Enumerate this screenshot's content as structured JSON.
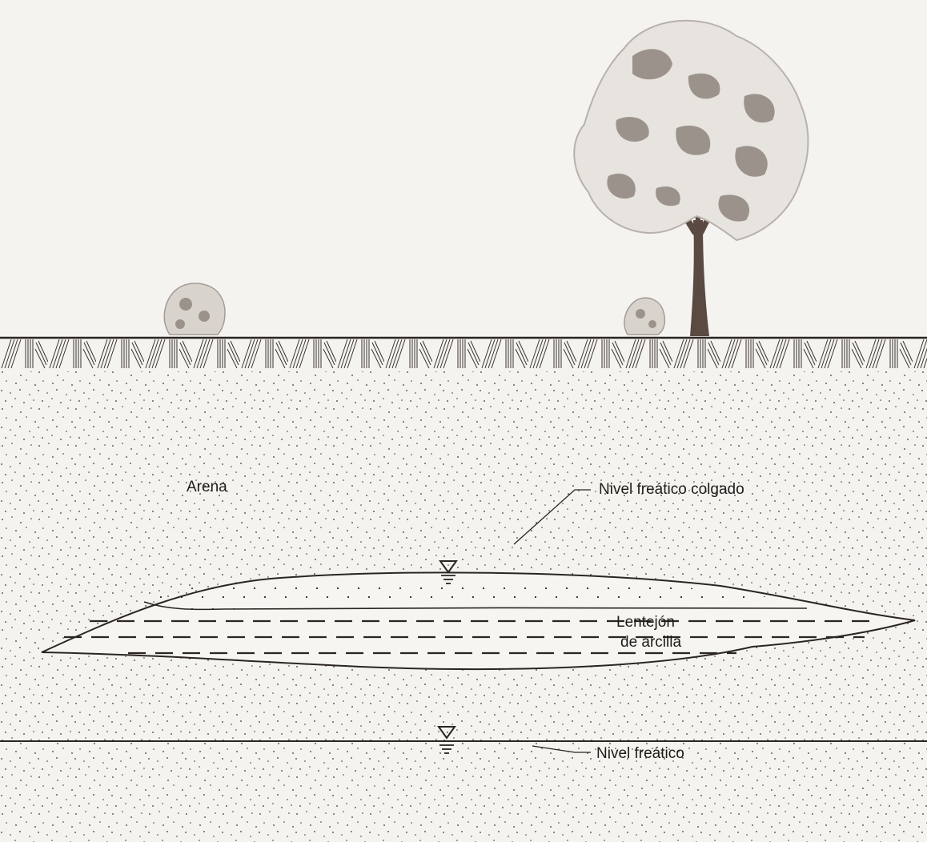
{
  "labels": {
    "sand": "Arena",
    "perched_water_table": "Nivel freático colgado",
    "clay_lens_line1": "Lentejón",
    "clay_lens_line2": "de arcilla",
    "water_table": "Nivel freático"
  },
  "colors": {
    "background": "#f5f3f0",
    "line": "#2b2521",
    "tree_trunk": "#5a4a42",
    "foliage_light": "#e7e3df",
    "foliage_dark": "#9c928c"
  },
  "icons": [
    "water-level-triangle-icon",
    "tree-icon",
    "shrub-icon"
  ]
}
